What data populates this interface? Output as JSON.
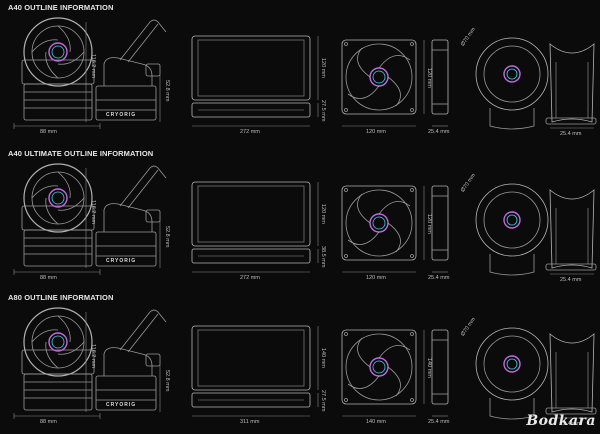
{
  "sections": [
    {
      "title": "A40 OUTLINE INFORMATION",
      "pump_width": "88 mm",
      "pump_height": "116.2 mm",
      "side_height": "52.8 mm",
      "brand": "CRYORIG",
      "rad_length": "272 mm",
      "rad_width": "120 mm",
      "rad_thickness": "27.5 mm",
      "fan_width": "120 mm",
      "fan_height": "120 mm",
      "fan_thickness": "25.4 mm",
      "vrm_diameter": "Ø70 mm",
      "vrm_thickness": "25.4 mm"
    },
    {
      "title": "A40 ULTIMATE OUTLINE INFORMATION",
      "pump_width": "88 mm",
      "pump_height": "116.2 mm",
      "side_height": "52.8 mm",
      "brand": "CRYORIG",
      "rad_length": "272 mm",
      "rad_width": "120 mm",
      "rad_thickness": "38.5 mm",
      "fan_width": "120 mm",
      "fan_height": "120 mm",
      "fan_thickness": "25.4 mm",
      "vrm_diameter": "Ø70 mm",
      "vrm_thickness": "25.4 mm"
    },
    {
      "title": "A80 OUTLINE INFORMATION",
      "pump_width": "88 mm",
      "pump_height": "116.2 mm",
      "side_height": "52.8 mm",
      "brand": "CRYORIG",
      "rad_length": "311 mm",
      "rad_width": "140 mm",
      "rad_thickness": "27.5 mm",
      "fan_width": "140 mm",
      "fan_height": "140 mm",
      "fan_thickness": "25.4 mm",
      "vrm_diameter": "Ø70 mm",
      "vrm_thickness": "25.4 mm"
    }
  ],
  "watermark": "Bodkara",
  "colors": {
    "line": "#9a9a9a",
    "dim": "#8a8a8a",
    "background": "#0b0b0b"
  },
  "icons": [
    "cryorig-logo-icon",
    "fan-blade-icon",
    "pump-head-icon",
    "radiator-icon"
  ]
}
